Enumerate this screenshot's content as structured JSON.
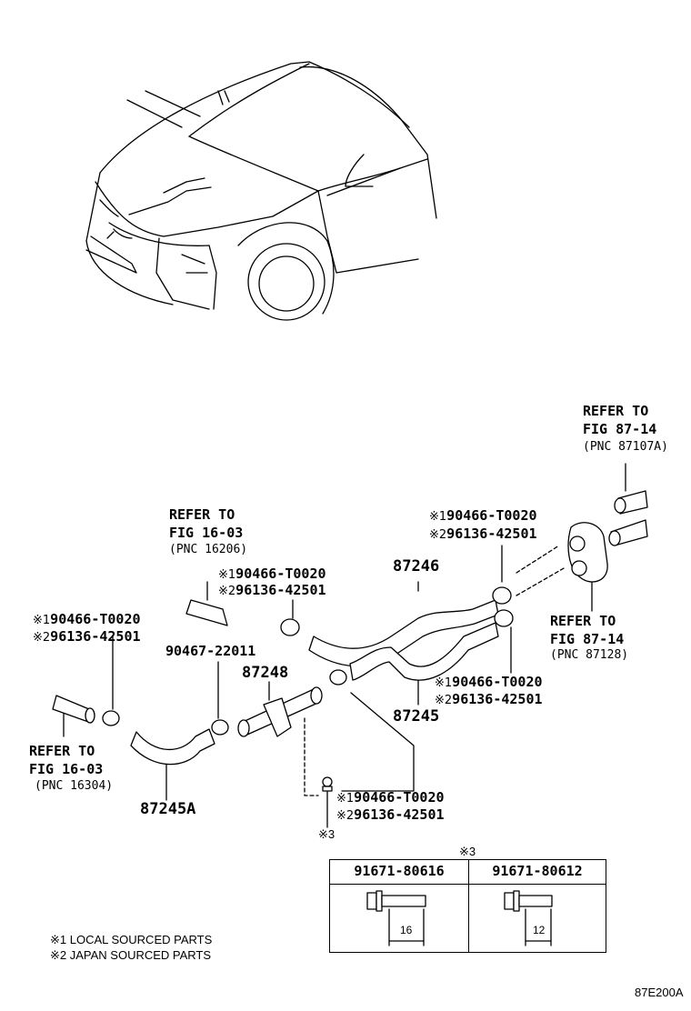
{
  "labels": {
    "refer_top_right": [
      "REFER TO",
      "FIG 87-14"
    ],
    "pnc_top_right": "(PNC 87107A)",
    "refer_mid_left": [
      "REFER TO",
      "FIG 16-03"
    ],
    "pnc_mid_left": "(PNC 16206)",
    "refer_right": [
      "REFER TO",
      "FIG 87-14"
    ],
    "pnc_right": "(PNC 87128)",
    "refer_bottom_left": [
      "REFER TO",
      "FIG 16-03"
    ],
    "pnc_bottom_left": "(PNC 16304)",
    "clamp_upper_right": [
      "90466-T0020",
      "96136-42501"
    ],
    "clamp_mid": [
      "90466-T0020",
      "96136-42501"
    ],
    "clamp_left": [
      "90466-T0020",
      "96136-42501"
    ],
    "clamp_right_lower": [
      "90466-T0020",
      "96136-42501"
    ],
    "clamp_bottom": [
      "90466-T0020",
      "96136-42501"
    ],
    "marks": [
      "※1",
      "※2",
      "※3"
    ],
    "part_87246": "87246",
    "part_87245": "87245",
    "part_87248": "87248",
    "part_90467": "90467-22011",
    "part_87245A": "87245A",
    "bolt_ref": "※3"
  },
  "table": {
    "title": "※3",
    "columns": [
      "91671-80616",
      "91671-80612"
    ],
    "dims": [
      "16",
      "12"
    ]
  },
  "legend": [
    "※1 LOCAL SOURCED PARTS",
    "※2 JAPAN SOURCED PARTS"
  ],
  "figure_code": "87E200A"
}
